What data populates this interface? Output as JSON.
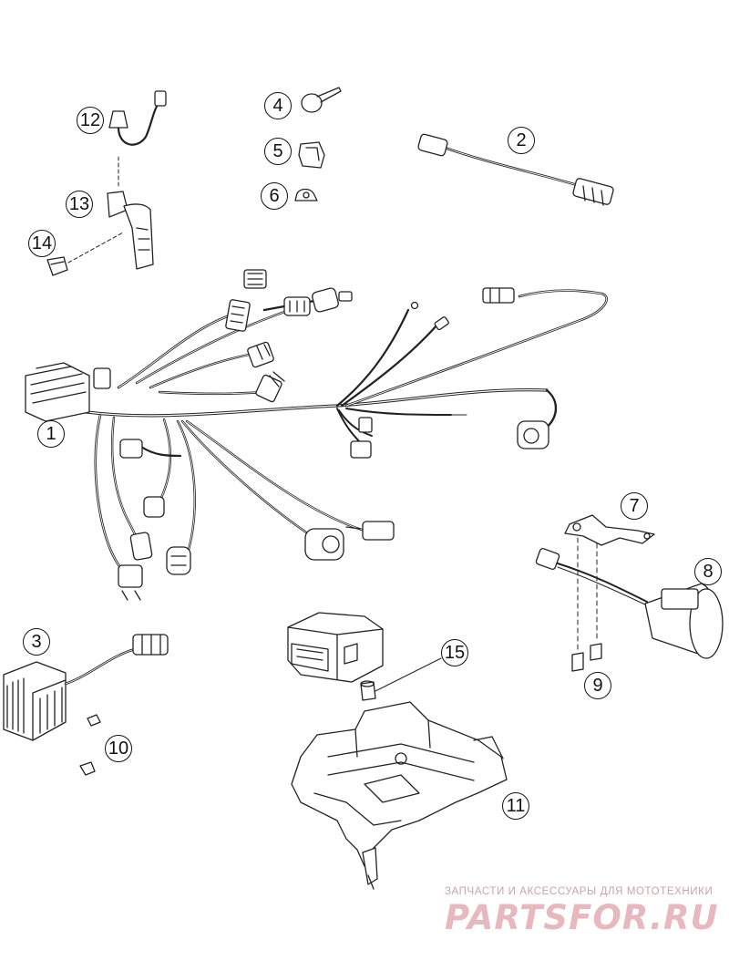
{
  "diagram": {
    "parts": [
      {
        "id": "1",
        "label": "1"
      },
      {
        "id": "2",
        "label": "2"
      },
      {
        "id": "3",
        "label": "3"
      },
      {
        "id": "4",
        "label": "4"
      },
      {
        "id": "5",
        "label": "5"
      },
      {
        "id": "6",
        "label": "6"
      },
      {
        "id": "7",
        "label": "7"
      },
      {
        "id": "8",
        "label": "8"
      },
      {
        "id": "9",
        "label": "9"
      },
      {
        "id": "10",
        "label": "10"
      },
      {
        "id": "11",
        "label": "11"
      },
      {
        "id": "12",
        "label": "12"
      },
      {
        "id": "13",
        "label": "13"
      },
      {
        "id": "14",
        "label": "14"
      },
      {
        "id": "15",
        "label": "15"
      }
    ]
  },
  "watermark": {
    "tagline": "ЗАПЧАСТИ И АКСЕССУАРЫ ДЛЯ МОТОТЕХНИКИ",
    "logo": "PARTSFOR.RU",
    "color": "#e7b9bf"
  }
}
